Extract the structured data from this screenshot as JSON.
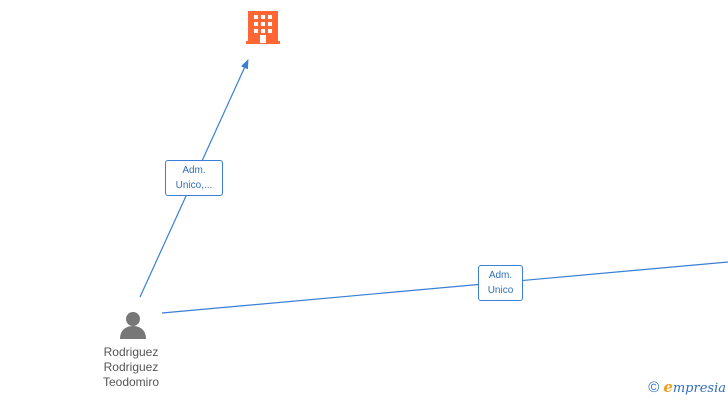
{
  "nodes": {
    "company": {
      "icon": "building-icon",
      "color": "#ff6633"
    },
    "person": {
      "icon": "person-icon",
      "color": "#777777",
      "name_lines": [
        "Rodriguez",
        "Rodriguez",
        "Teodomiro"
      ]
    }
  },
  "edges": [
    {
      "label_lines": [
        "Adm.",
        "Unico,..."
      ],
      "color": "#3a7fd5"
    },
    {
      "label_lines": [
        "Adm.",
        "Unico"
      ],
      "color": "#3a7fd5"
    }
  ],
  "footer": {
    "copyright": "©",
    "brand_first": "e",
    "brand_rest": "mpresia"
  }
}
